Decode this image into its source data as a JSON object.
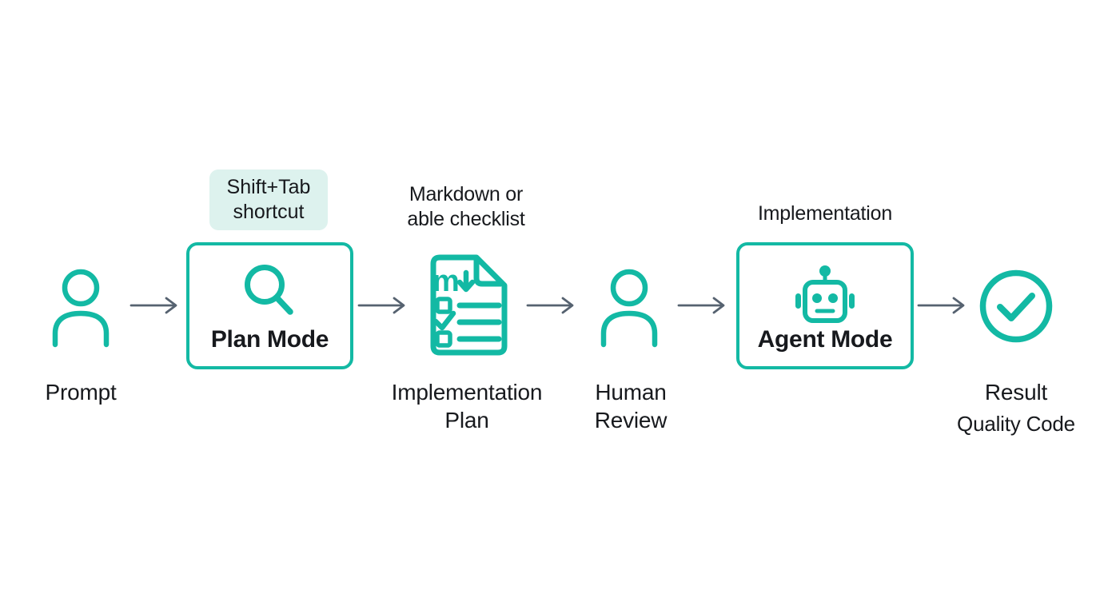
{
  "colors": {
    "accent": "#13b9a4",
    "arrow": "#566270",
    "badge_bg": "#ddf2ee",
    "text": "#17191d"
  },
  "nodes": {
    "prompt": {
      "label": "Prompt",
      "icon": "user-icon"
    },
    "plan_mode": {
      "title": "Plan Mode",
      "icon": "search-icon",
      "badge_lines": [
        "Shift+Tab",
        "shortcut"
      ]
    },
    "implementation_plan": {
      "note_lines": [
        "Markdown or",
        "able checklist"
      ],
      "label_lines": [
        "Implementation",
        "Plan"
      ],
      "icon": "markdown-checklist-document-icon",
      "doc_glyph": "m"
    },
    "human_review": {
      "label_lines": [
        "Human",
        "Review"
      ],
      "icon": "user-icon"
    },
    "agent_mode": {
      "title": "Agent Mode",
      "icon": "robot-icon",
      "note": "Implementation"
    },
    "result": {
      "label": "Result",
      "sublabel": "Quality Code",
      "icon": "check-circle-icon"
    }
  }
}
